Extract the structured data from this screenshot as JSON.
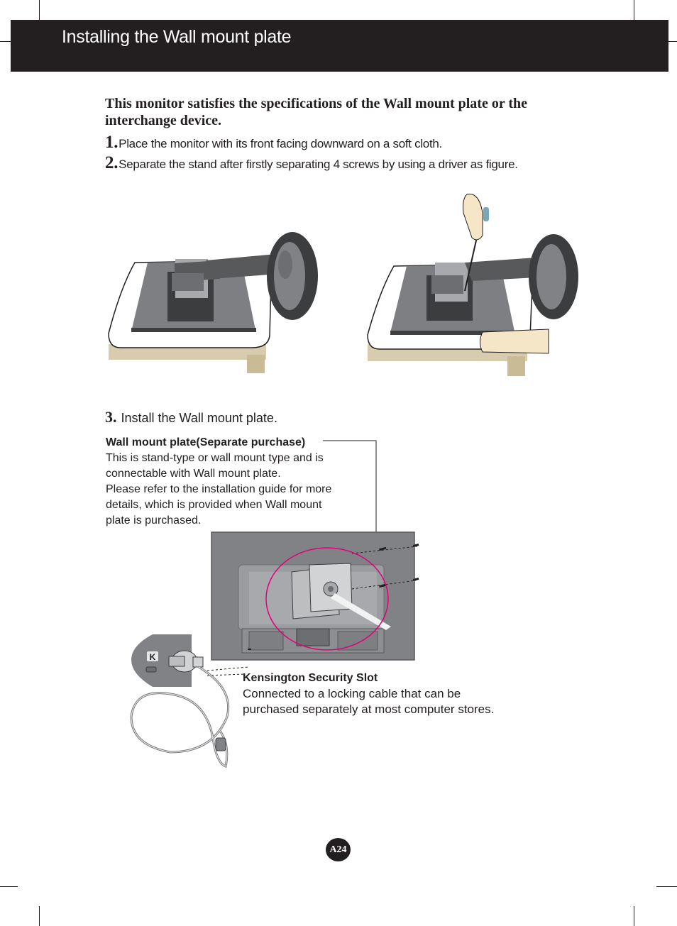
{
  "header": {
    "title": "Installing the Wall mount plate"
  },
  "intro": {
    "text": "This monitor satisfies the specifications of the  Wall mount plate or the interchange device."
  },
  "steps": [
    {
      "number": "1.",
      "text": "Place the monitor with its front facing downward on a soft cloth."
    },
    {
      "number": "2.",
      "text": "Separate the stand after firstly separating 4 screws by using a driver as figure."
    },
    {
      "number": "3.",
      "text": "Install the Wall mount plate."
    }
  ],
  "wall_mount_callout": {
    "title": "Wall mount plate(Separate purchase)",
    "lines": [
      "This is stand-type or wall mount type and is",
      "connectable with Wall mount plate.",
      "Please refer to the installation guide for more",
      "details, which is provided when Wall mount",
      "plate is purchased."
    ]
  },
  "kensington_callout": {
    "title": "Kensington Security Slot",
    "lines": [
      "Connected to a locking cable that can be",
      "purchased separately at most computer stores."
    ]
  },
  "lock_symbol": "K",
  "page_number": "A24",
  "colors": {
    "header_bg": "#231f20",
    "header_text": "#ffffff",
    "highlight_circle": "#e2007a",
    "stand_gray": "#6d6e71",
    "cloth_tan": "#d8ccae"
  }
}
